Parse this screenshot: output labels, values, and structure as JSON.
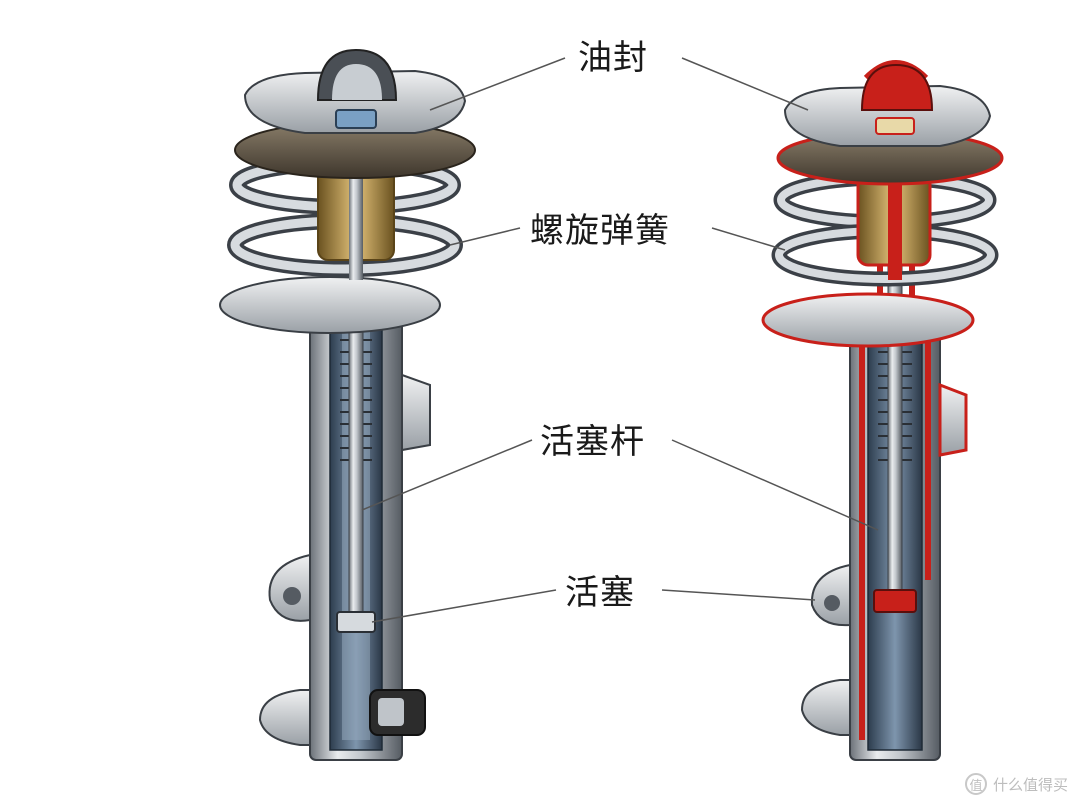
{
  "labels": {
    "oil_seal": "油封",
    "coil_spring": "螺旋弹簧",
    "piston_rod": "活塞杆",
    "piston": "活塞"
  },
  "watermark": {
    "badge": "值",
    "text": "什么值得买"
  },
  "colors": {
    "steel": "#b9bec3",
    "steel_dark": "#5e646b",
    "oil_red": "#c8201a",
    "brass": "#c9a45a",
    "leader": "#555555"
  }
}
